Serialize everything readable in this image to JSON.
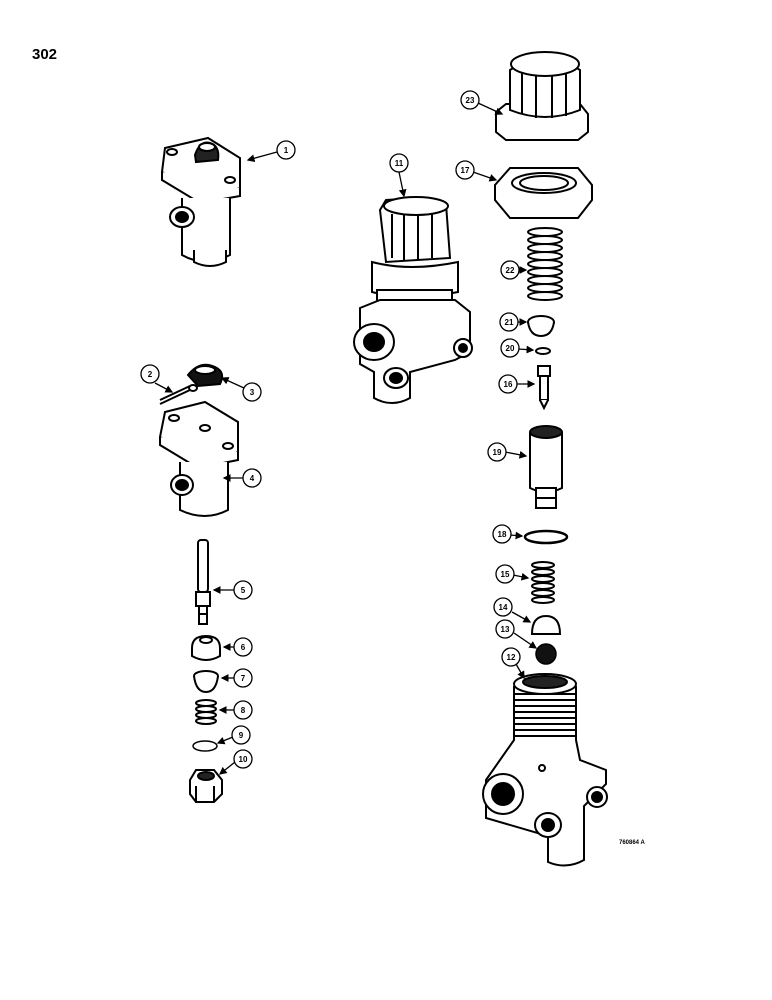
{
  "page_number": "302",
  "drawing_number": "760864 A",
  "callouts": [
    "1",
    "2",
    "3",
    "4",
    "5",
    "6",
    "7",
    "8",
    "9",
    "10",
    "11",
    "12",
    "13",
    "14",
    "15",
    "16",
    "17",
    "18",
    "19",
    "20",
    "21",
    "22",
    "23"
  ]
}
